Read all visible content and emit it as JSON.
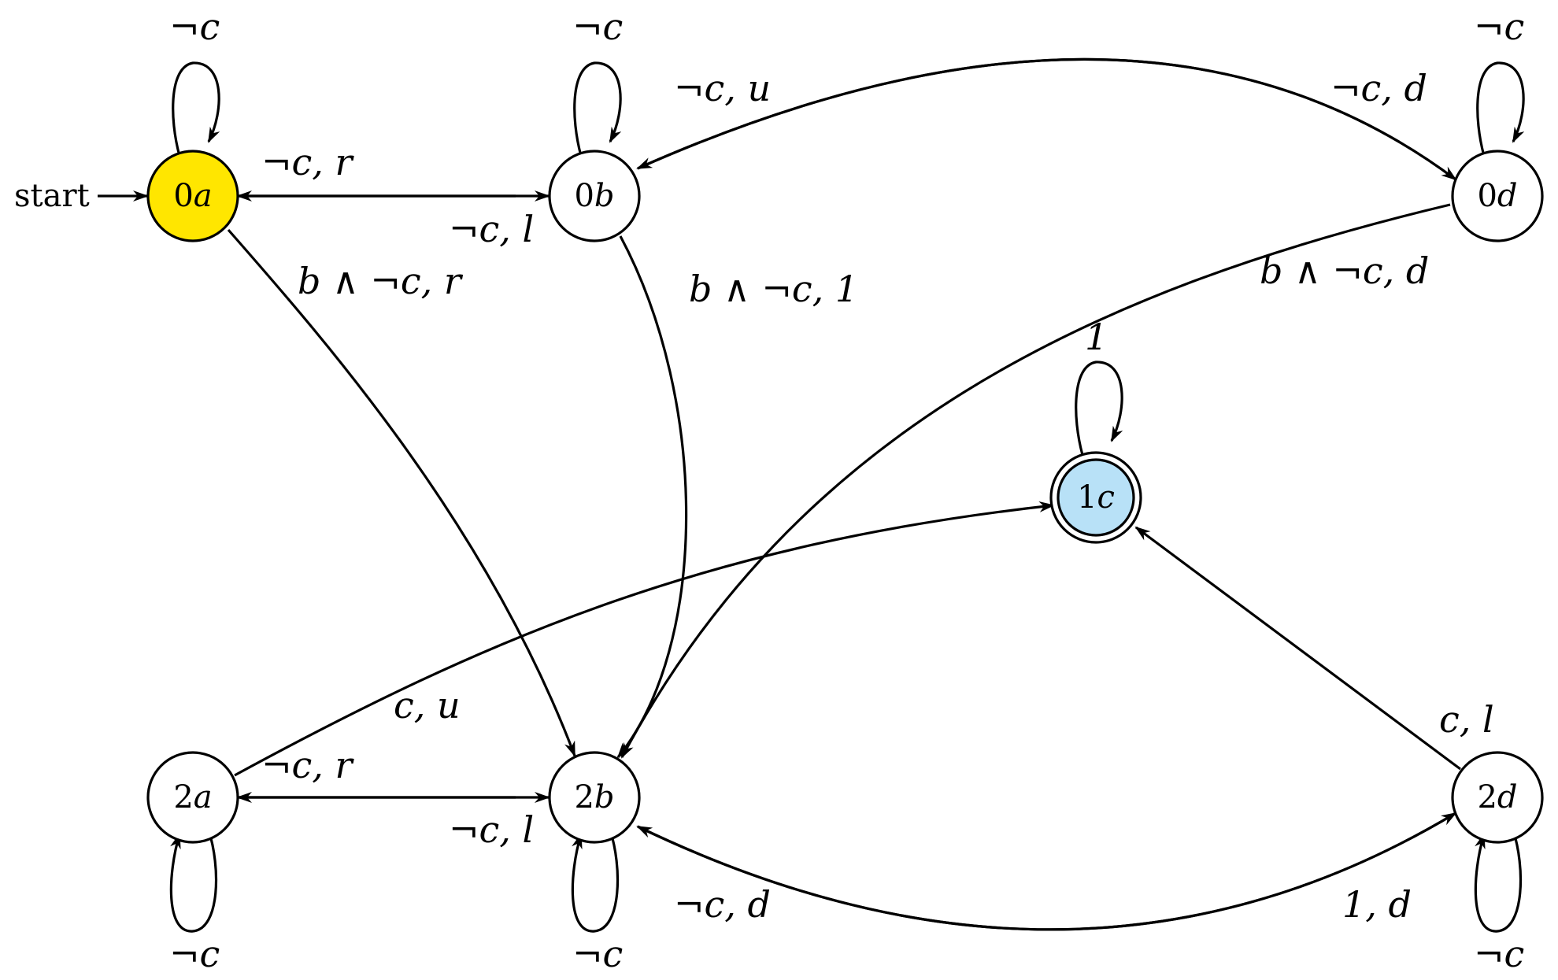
{
  "diagram": {
    "start_label": "start",
    "nodes": [
      {
        "id": "0a",
        "num": "0",
        "sub": "a",
        "fill": "#FFE600",
        "accepting": false,
        "initial": true
      },
      {
        "id": "0b",
        "num": "0",
        "sub": "b",
        "fill": "#FFFFFF",
        "accepting": false,
        "initial": false
      },
      {
        "id": "0d",
        "num": "0",
        "sub": "d",
        "fill": "#FFFFFF",
        "accepting": false,
        "initial": false
      },
      {
        "id": "1c",
        "num": "1",
        "sub": "c",
        "fill": "#B8E1F7",
        "accepting": true,
        "initial": false
      },
      {
        "id": "2a",
        "num": "2",
        "sub": "a",
        "fill": "#FFFFFF",
        "accepting": false,
        "initial": false
      },
      {
        "id": "2b",
        "num": "2",
        "sub": "b",
        "fill": "#FFFFFF",
        "accepting": false,
        "initial": false
      },
      {
        "id": "2d",
        "num": "2",
        "sub": "d",
        "fill": "#FFFFFF",
        "accepting": false,
        "initial": false
      }
    ],
    "edges": [
      {
        "from": "0a",
        "to": "0a",
        "label": "¬c"
      },
      {
        "from": "0b",
        "to": "0b",
        "label": "¬c"
      },
      {
        "from": "0d",
        "to": "0d",
        "label": "¬c"
      },
      {
        "from": "1c",
        "to": "1c",
        "label": "1"
      },
      {
        "from": "2a",
        "to": "2a",
        "label": "¬c"
      },
      {
        "from": "2b",
        "to": "2b",
        "label": "¬c"
      },
      {
        "from": "2d",
        "to": "2d",
        "label": "¬c"
      },
      {
        "from": "0a",
        "to": "0b",
        "label": "¬c, r"
      },
      {
        "from": "0b",
        "to": "0a",
        "label": "¬c, l"
      },
      {
        "from": "0b",
        "to": "0d",
        "label": "¬c, d"
      },
      {
        "from": "0d",
        "to": "0b",
        "label": "¬c, u"
      },
      {
        "from": "0a",
        "to": "2b",
        "label": "b ∧ ¬c, r"
      },
      {
        "from": "0b",
        "to": "2b",
        "label": "b ∧ ¬c, 1"
      },
      {
        "from": "0d",
        "to": "2b",
        "label": "b ∧ ¬c, d"
      },
      {
        "from": "2a",
        "to": "1c",
        "label": "c, u"
      },
      {
        "from": "2a",
        "to": "2b",
        "label": "¬c, r"
      },
      {
        "from": "2b",
        "to": "2a",
        "label": "¬c, l"
      },
      {
        "from": "2b",
        "to": "2d",
        "label": "¬c, d"
      },
      {
        "from": "2d",
        "to": "2b",
        "label": "1, d"
      },
      {
        "from": "2d",
        "to": "1c",
        "label": "c, l"
      }
    ]
  }
}
